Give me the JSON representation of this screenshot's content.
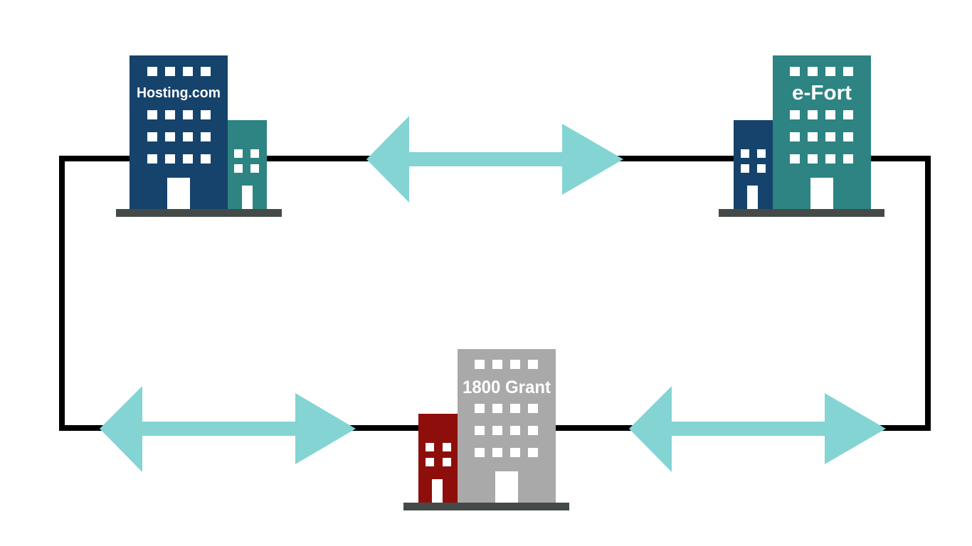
{
  "colors": {
    "navy": "#15436b",
    "teal": "#2d8482",
    "gray": "#a9a9a9",
    "red": "#8e0e0b",
    "base": "#434a48",
    "arrow": "#84d4d4",
    "loop": "#000000",
    "window": "#ffffff"
  },
  "buildings": {
    "hosting": {
      "label": "Hosting.com"
    },
    "efort": {
      "label": "e-Fort"
    },
    "grant": {
      "label": "1800 Grant"
    }
  },
  "connections": [
    {
      "from": "Hosting.com",
      "to": "e-Fort",
      "direction": "bidirectional"
    },
    {
      "from": "Hosting.com",
      "to": "1800 Grant",
      "direction": "bidirectional"
    },
    {
      "from": "1800 Grant",
      "to": "e-Fort",
      "direction": "bidirectional"
    }
  ]
}
